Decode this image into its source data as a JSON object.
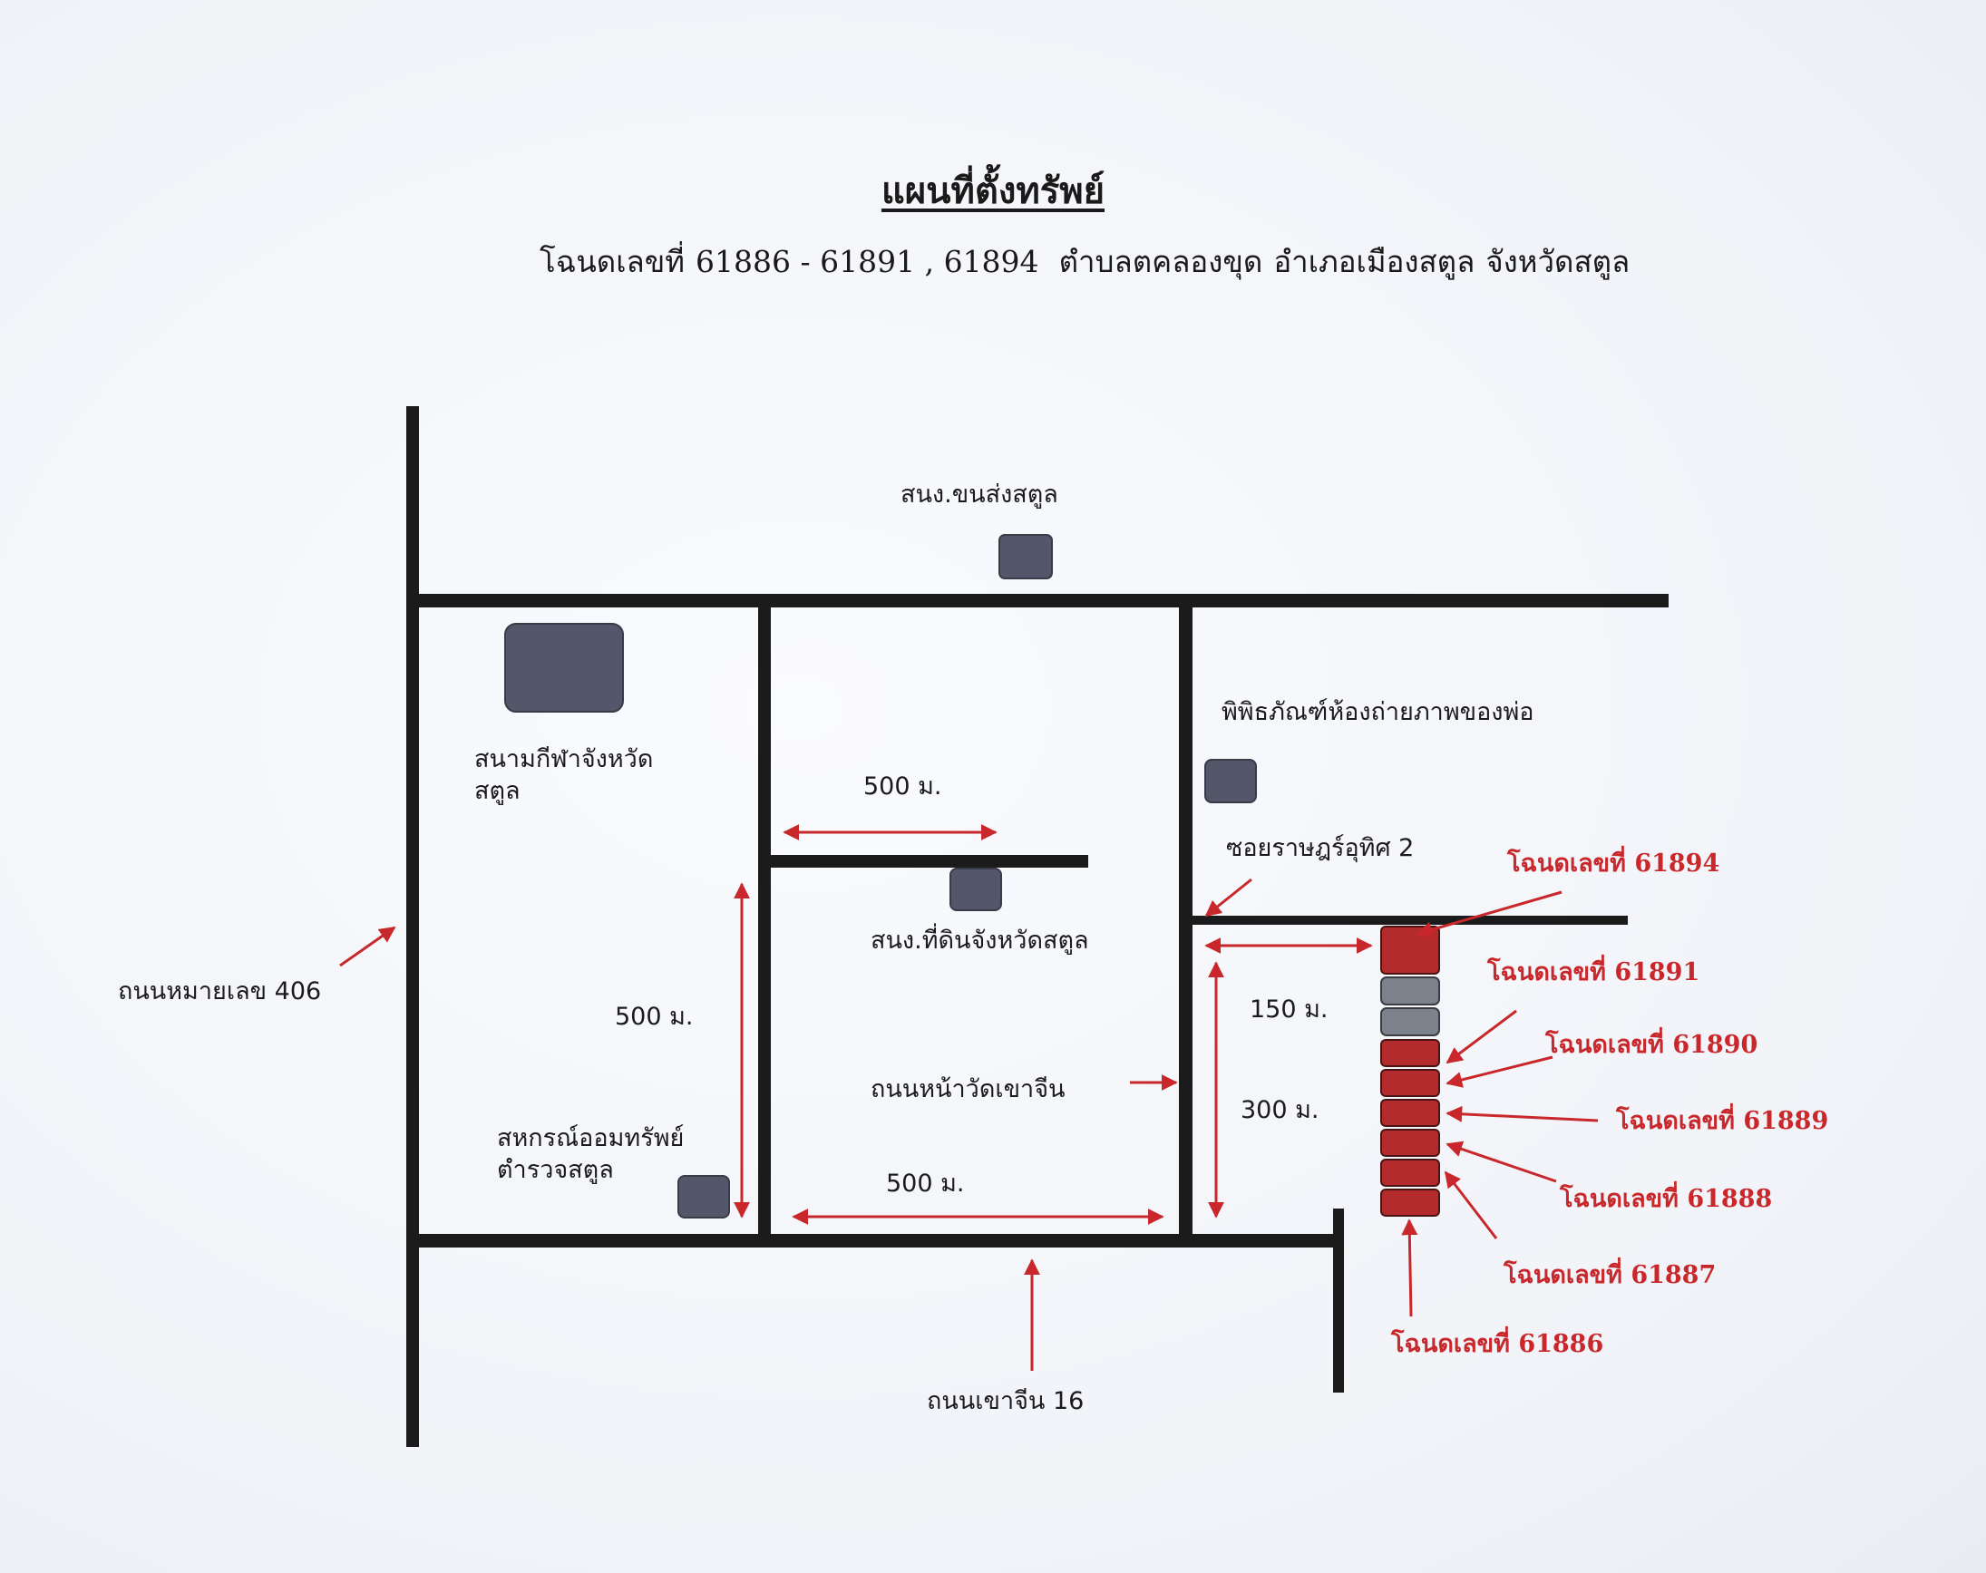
{
  "title": "แผนที่ตั้งทรัพย์",
  "subtitle": {
    "deed_prefix": "โฉนดเลขที่",
    "deed_numbers": "61886 - 61891 , 61894",
    "subdistrict": "ตำบลตคลองขุด",
    "district": "อำเภอเมืองสตูล",
    "province": "จังหวัดสตูล"
  },
  "landmarks": {
    "transport_office": "สนง.ขนส่งสตูล",
    "stadium": "สนามกีฬาจังหวัด สตูล",
    "museum": "พิพิธภัณฑ์ห้องถ่ายภาพของพ่อ",
    "land_office": "สนง.ที่ดินจังหวัดสตูล",
    "police_coop": "สหกรณ์ออมทรัพย์ ตำรวจสตูล"
  },
  "roads": {
    "highway": "ถนนหมายเลข  406",
    "soi": "ซอยราษฎร์อุทิศ 2",
    "wat_road": "ถนนหน้าวัดเขาจีน",
    "khao_chin": "ถนนเขาจีน 16"
  },
  "distances": {
    "top_block": "500 ม.",
    "left_block": "500 ม.",
    "bottom_block": "500 ม.",
    "soi_length": "150 ม.",
    "wat_road_length": "300 ม."
  },
  "deeds": {
    "d61894": "โฉนดเลขที่  61894",
    "d61891": "โฉนดเลขที่  61891",
    "d61890": "โฉนดเลขที่  61890",
    "d61889": "โฉนดเลขที่  61889",
    "d61888": "โฉนดเลขที่  61888",
    "d61887": "โฉนดเลขที่  61887",
    "d61886": "โฉนดเลขที่  61886"
  },
  "colors": {
    "road": "#1b1b1b",
    "building": "#54566a",
    "parcel_red": "#b32b2d",
    "parcel_gray": "#7c828c",
    "arrow_red": "#c8282b"
  }
}
